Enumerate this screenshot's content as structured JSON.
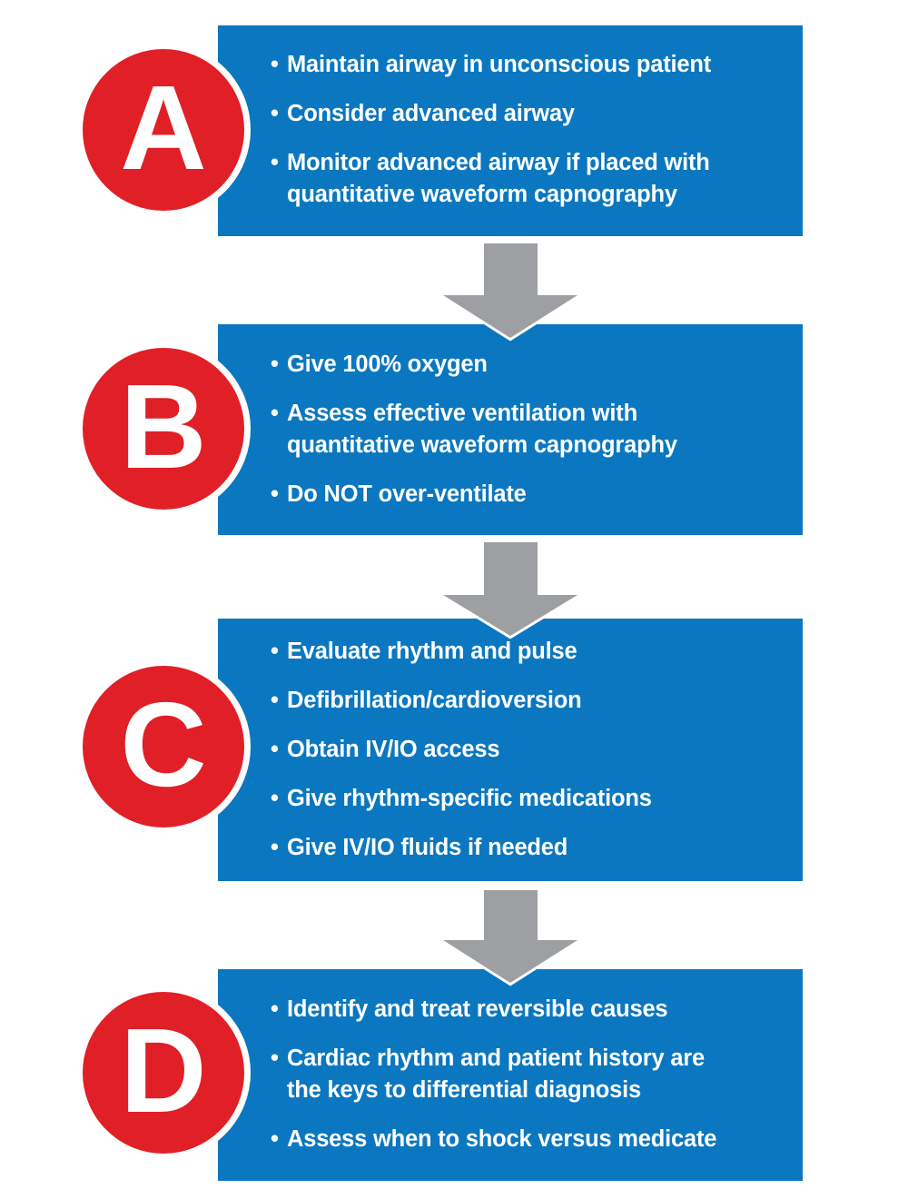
{
  "bullet": "•",
  "colors": {
    "box": "#0a77c0",
    "circle": "#e11f26",
    "arrow": "#9d9fa2"
  },
  "steps": [
    {
      "letter": "A",
      "items": [
        {
          "lines": [
            "Maintain airway in unconscious patient"
          ]
        },
        {
          "lines": [
            "Consider advanced airway"
          ]
        },
        {
          "lines": [
            "Monitor advanced airway if placed with",
            "quantitative waveform capnography"
          ]
        }
      ]
    },
    {
      "letter": "B",
      "items": [
        {
          "lines": [
            "Give 100% oxygen"
          ]
        },
        {
          "lines": [
            "Assess effective ventilation with",
            "quantitative waveform capnography"
          ]
        },
        {
          "lines": [
            "Do NOT over-ventilate"
          ]
        }
      ]
    },
    {
      "letter": "C",
      "items": [
        {
          "lines": [
            "Evaluate rhythm and pulse"
          ]
        },
        {
          "lines": [
            "Defibrillation/cardioversion"
          ]
        },
        {
          "lines": [
            "Obtain IV/IO access"
          ]
        },
        {
          "lines": [
            "Give rhythm-specific medications"
          ]
        },
        {
          "lines": [
            "Give IV/IO fluids if needed"
          ]
        }
      ]
    },
    {
      "letter": "D",
      "items": [
        {
          "lines": [
            "Identify and treat reversible causes"
          ]
        },
        {
          "lines": [
            "Cardiac rhythm and patient history are",
            "the keys to differential diagnosis"
          ]
        },
        {
          "lines": [
            "Assess when to shock versus medicate"
          ]
        }
      ]
    }
  ]
}
